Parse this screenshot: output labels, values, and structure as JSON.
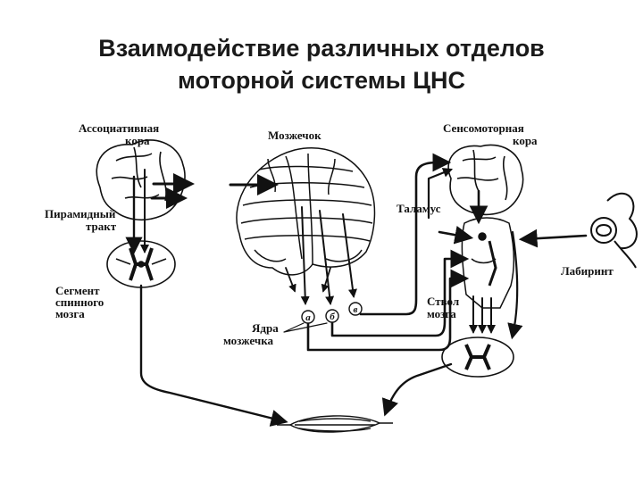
{
  "title": {
    "line1": "Взаимодействие различных отделов",
    "line2": "моторной системы ЦНС"
  },
  "labels": {
    "assoc_cortex_1": "Ассоциативная",
    "assoc_cortex_2": "кора",
    "cerebellum": "Мозжечок",
    "sensorimotor_1": "Сенсомоторная",
    "sensorimotor_2": "кора",
    "pyramidal_1": "Пирамидный",
    "pyramidal_2": "тракт",
    "thalamus": "Таламус",
    "labyrinth": "Лабиринт",
    "spinal_1": "Сегмент",
    "spinal_2": "спинного",
    "spinal_3": "мозга",
    "brainstem_1": "Ствол",
    "brainstem_2": "мозга",
    "nuclei_1": "Ядра",
    "nuclei_2": "мозжечка",
    "nucleus_a": "а",
    "nucleus_b": "б",
    "nucleus_c": "в"
  }
}
